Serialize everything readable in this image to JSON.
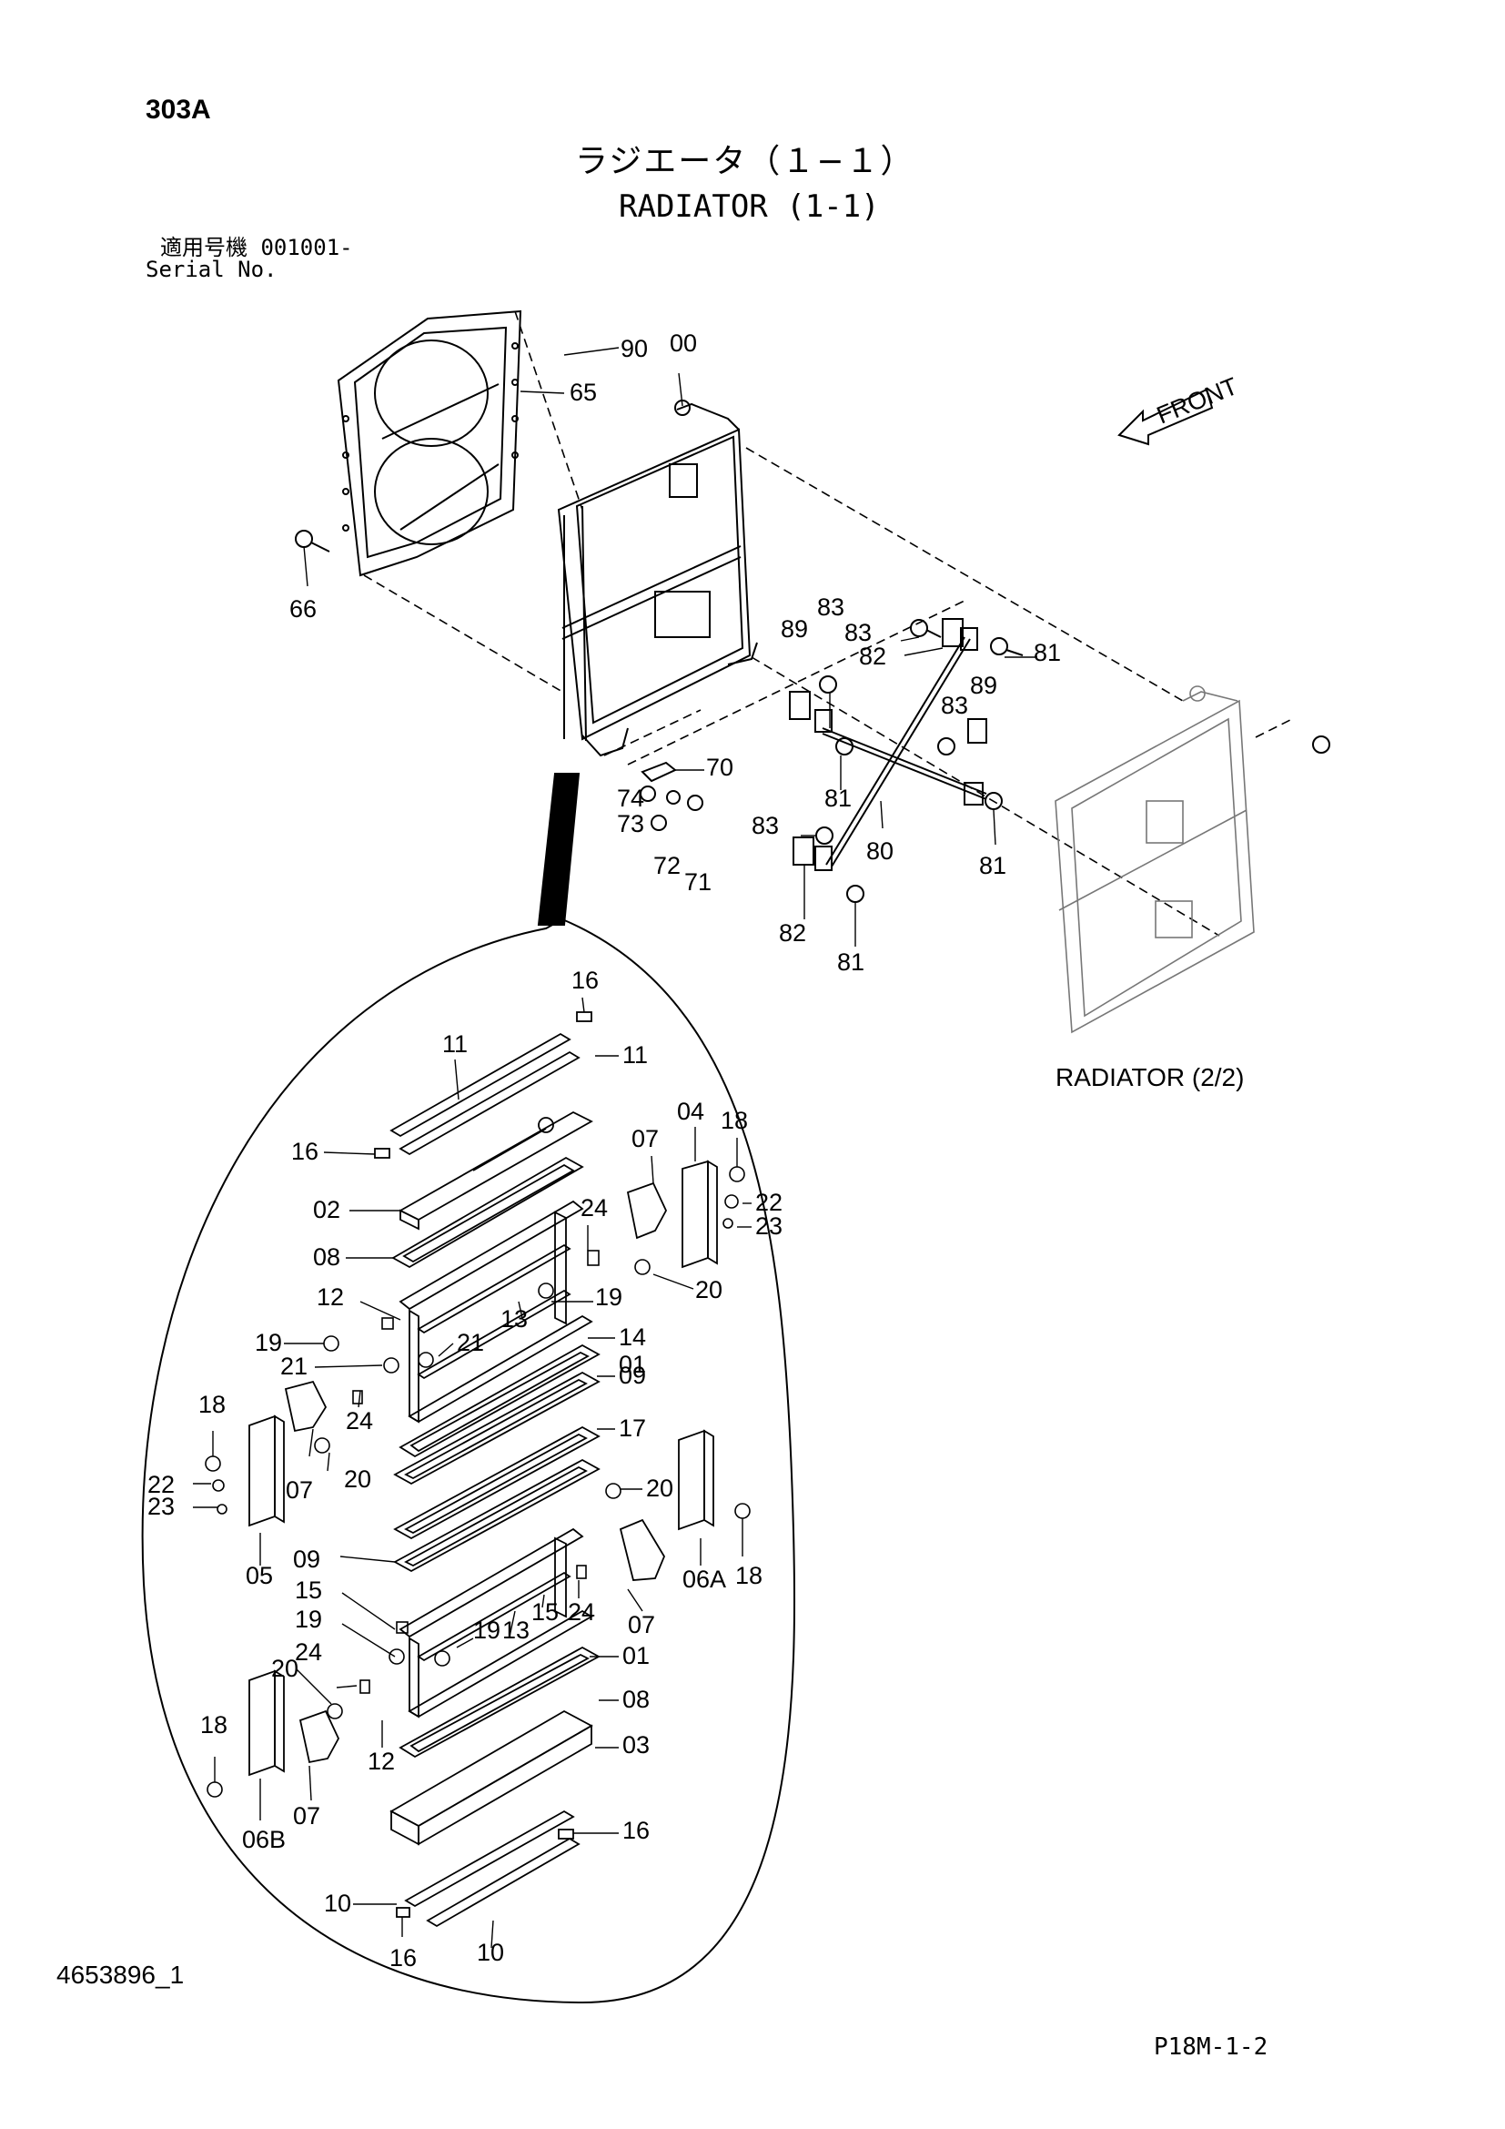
{
  "header": {
    "section_code": "303A",
    "title_jp": "ラジエータ（１−１）",
    "title_en": "RADIATOR (1-1)",
    "serial_label_jp": "適用号機  001001-",
    "serial_label_en": "Serial No."
  },
  "footer": {
    "document_number": "4653896_1",
    "page_code": "P18M-1-2"
  },
  "labels": {
    "front": "FRONT",
    "radiator_part2": "RADIATOR (2/2)"
  },
  "callouts": [
    "90",
    "00",
    "65",
    "66",
    "83",
    "89",
    "83",
    "82",
    "81",
    "89",
    "83",
    "70",
    "74",
    "73",
    "72",
    "71",
    "81",
    "83",
    "80",
    "81",
    "82",
    "81",
    "16",
    "11",
    "11",
    "16",
    "07",
    "04",
    "18",
    "22",
    "02",
    "23",
    "24",
    "08",
    "20",
    "12",
    "19",
    "13",
    "14",
    "19",
    "21",
    "01",
    "21",
    "09",
    "18",
    "24",
    "17",
    "22",
    "07",
    "20",
    "23",
    "20",
    "18",
    "05",
    "09",
    "06A",
    "15",
    "15",
    "24",
    "07",
    "19",
    "13",
    "19",
    "01",
    "24",
    "20",
    "08",
    "18",
    "12",
    "03",
    "07",
    "06B",
    "16",
    "10",
    "16",
    "10"
  ]
}
